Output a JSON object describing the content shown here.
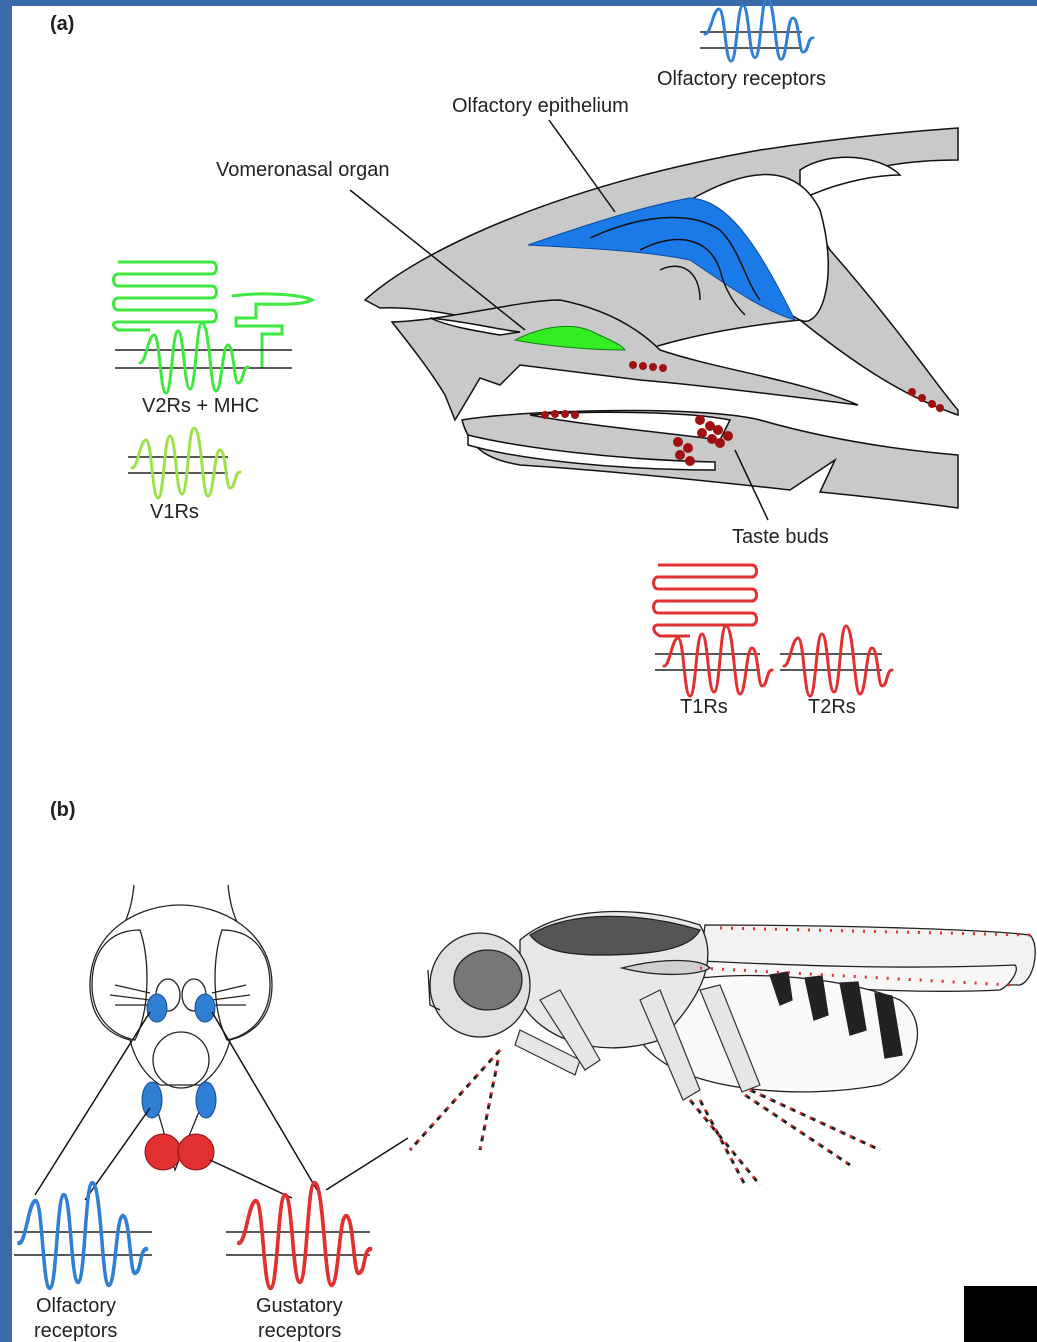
{
  "panels": {
    "a": {
      "tag": "(a)",
      "labels": {
        "olfactory_receptors": "Olfactory receptors",
        "olfactory_epithelium": "Olfactory epithelium",
        "vomeronasal_organ": "Vomeronasal organ",
        "v2rs_mhc": "V2Rs + MHC",
        "v1rs": "V1Rs",
        "taste_buds": "Taste buds",
        "t1rs": "T1Rs",
        "t2rs": "T2Rs"
      }
    },
    "b": {
      "tag": "(b)",
      "labels": {
        "olfactory_receptors_1": "Olfactory",
        "olfactory_receptors_2": "receptors",
        "gustatory_receptors_1": "Gustatory",
        "gustatory_receptors_2": "receptors"
      }
    }
  },
  "colors": {
    "olfactory": "#2f7fd4",
    "vomeronasal": "#3ee83e",
    "v1r": "#9ee24a",
    "taste": "#e03030",
    "epithelium": "#1a7ae8",
    "vno": "#33ee22",
    "skull": "#c9c9c9",
    "taste_bud": "#a01010"
  }
}
